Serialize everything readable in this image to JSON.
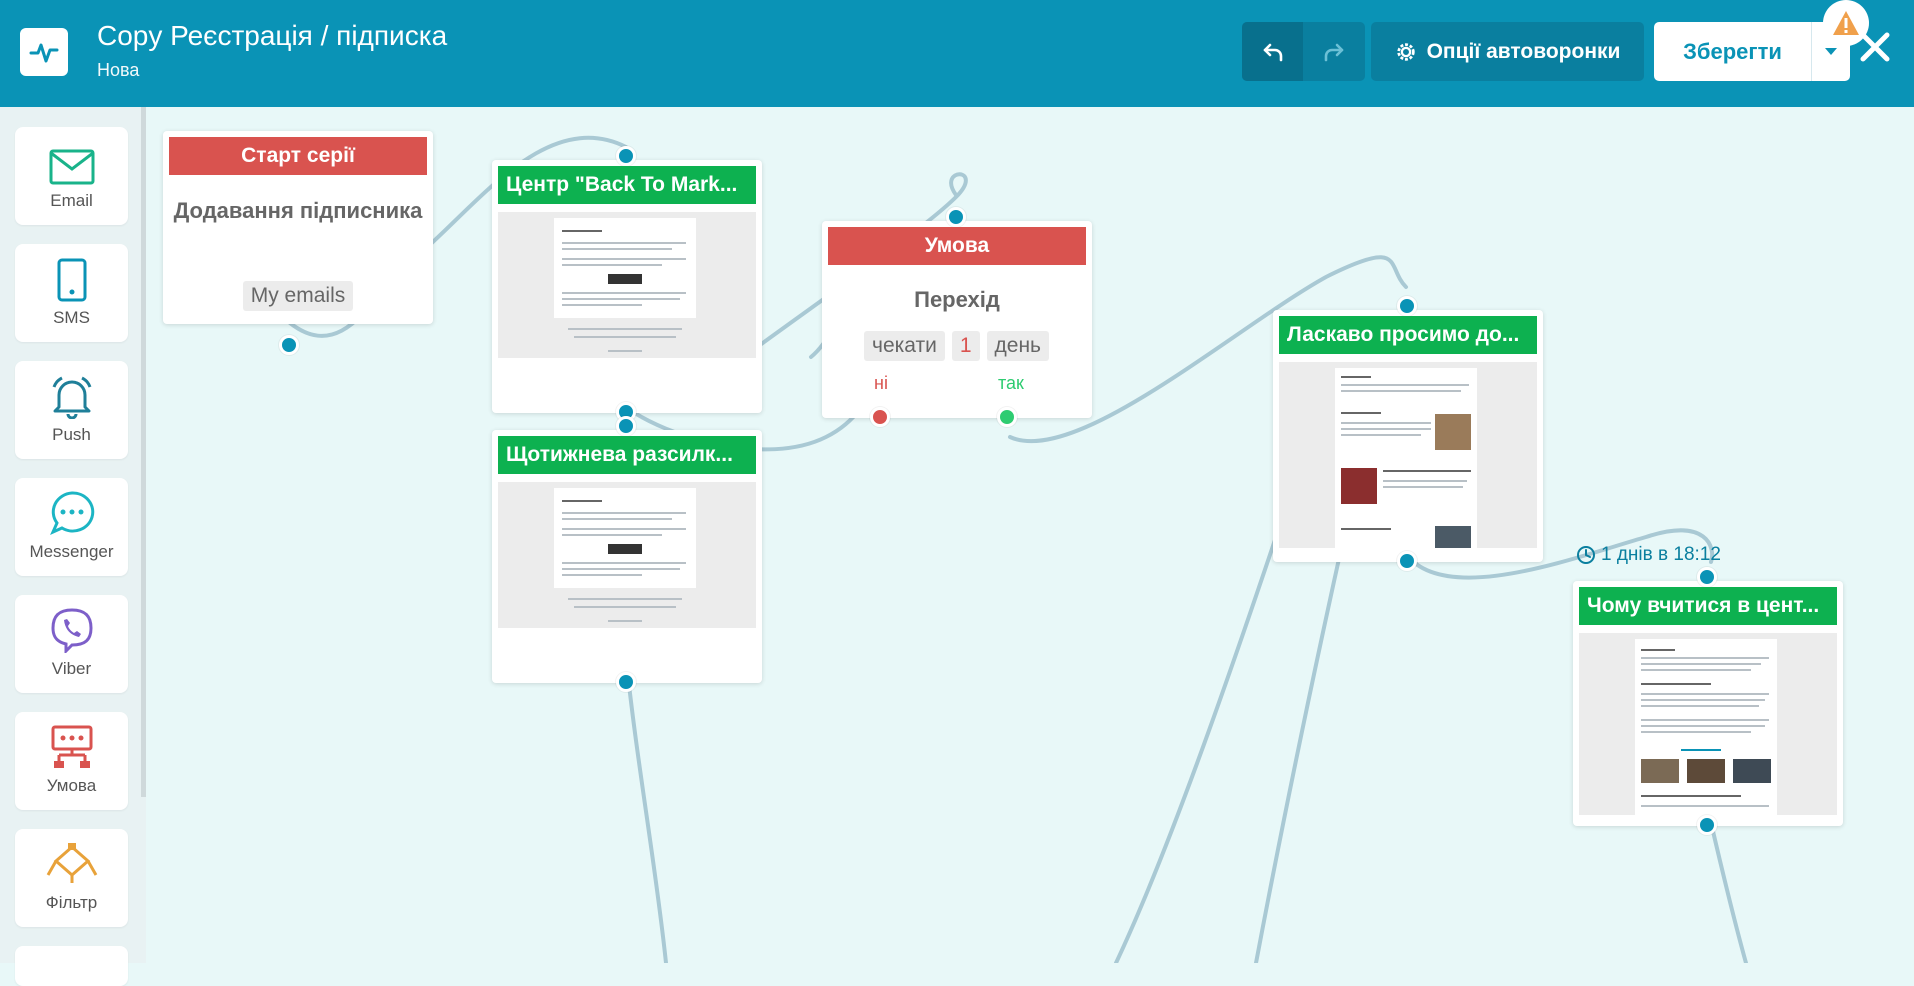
{
  "header": {
    "title": "Copy Реєстрація / підписка",
    "status": "Нова",
    "options_label": "Опції автоворонки",
    "save_label": "Зберегти",
    "background": "#0a93b6"
  },
  "sidebar": {
    "items": [
      {
        "label": "Email",
        "icon": "envelope-icon"
      },
      {
        "label": "SMS",
        "icon": "mobile-icon"
      },
      {
        "label": "Push",
        "icon": "bell-icon"
      },
      {
        "label": "Messenger",
        "icon": "messenger-icon"
      },
      {
        "label": "Viber",
        "icon": "viber-icon"
      },
      {
        "label": "Умова",
        "icon": "condition-icon"
      },
      {
        "label": "Фільтр",
        "icon": "filter-icon"
      }
    ]
  },
  "nodes": {
    "start": {
      "title": "Старт серії",
      "body": "Додавання підписника",
      "list": "My emails"
    },
    "email1": {
      "title": "Центр \"Back To Mark..."
    },
    "email2": {
      "title": "Щотижнева разсилк..."
    },
    "condition": {
      "title": "Умова",
      "body": "Перехід",
      "wait": "чекати",
      "count": "1",
      "unit": "день",
      "no": "ні",
      "yes": "так"
    },
    "email3": {
      "title": "Ласкаво просимо до..."
    },
    "email4": {
      "title": "Чому вчитися в цент...",
      "delay": "1 днів в 18:12"
    }
  },
  "colors": {
    "canvas": "#e8f8f8",
    "accent": "#0a93b6",
    "red_header": "#d9534f",
    "green_header": "#0db150"
  }
}
